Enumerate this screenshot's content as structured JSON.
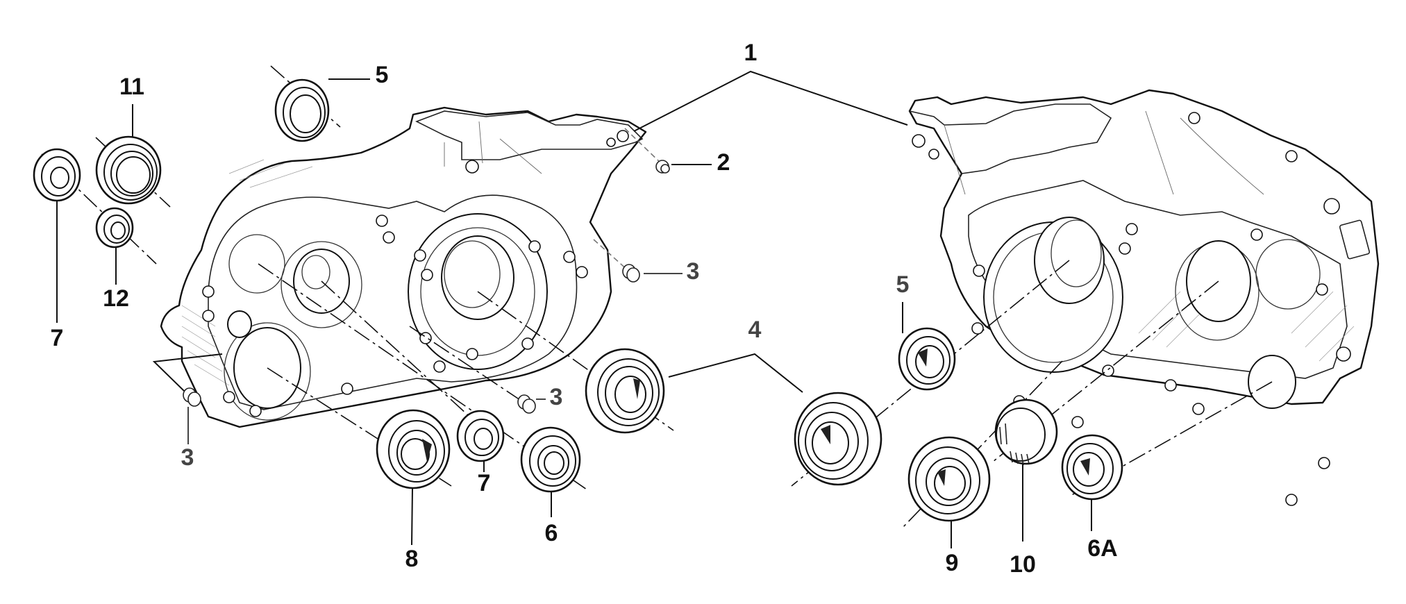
{
  "diagram": {
    "title": "Crankcase halves with bearings, seals and dowels (exploded view)",
    "colors": {
      "line": "#111111",
      "label_primary": "#111111",
      "label_secondary": "#444444",
      "background": "#ffffff"
    }
  },
  "callouts": [
    {
      "id": "1",
      "text": "1",
      "part": "crankcase-half",
      "tone": "primary"
    },
    {
      "id": "2",
      "text": "2",
      "part": "pin",
      "tone": "primary"
    },
    {
      "id": "3a",
      "text": "3",
      "part": "dowel-pin",
      "tone": "secondary"
    },
    {
      "id": "3b",
      "text": "3",
      "part": "dowel-pin",
      "tone": "secondary"
    },
    {
      "id": "3c",
      "text": "3",
      "part": "dowel-pin",
      "tone": "secondary"
    },
    {
      "id": "4",
      "text": "4",
      "part": "main-bearing",
      "tone": "secondary"
    },
    {
      "id": "5a",
      "text": "5",
      "part": "oil-seal",
      "tone": "primary"
    },
    {
      "id": "5b",
      "text": "5",
      "part": "oil-seal",
      "tone": "secondary"
    },
    {
      "id": "6",
      "text": "6",
      "part": "ball-bearing",
      "tone": "primary"
    },
    {
      "id": "6A",
      "text": "6A",
      "part": "ball-bearing",
      "tone": "primary"
    },
    {
      "id": "7a",
      "text": "7",
      "part": "oil-seal",
      "tone": "primary"
    },
    {
      "id": "7b",
      "text": "7",
      "part": "oil-seal",
      "tone": "primary"
    },
    {
      "id": "8",
      "text": "8",
      "part": "roller-bearing",
      "tone": "primary"
    },
    {
      "id": "9",
      "text": "9",
      "part": "roller-bearing",
      "tone": "primary"
    },
    {
      "id": "10",
      "text": "10",
      "part": "needle-bearing",
      "tone": "primary"
    },
    {
      "id": "11",
      "text": "11",
      "part": "oil-seal",
      "tone": "primary"
    },
    {
      "id": "12",
      "text": "12",
      "part": "oil-seal",
      "tone": "primary"
    }
  ]
}
